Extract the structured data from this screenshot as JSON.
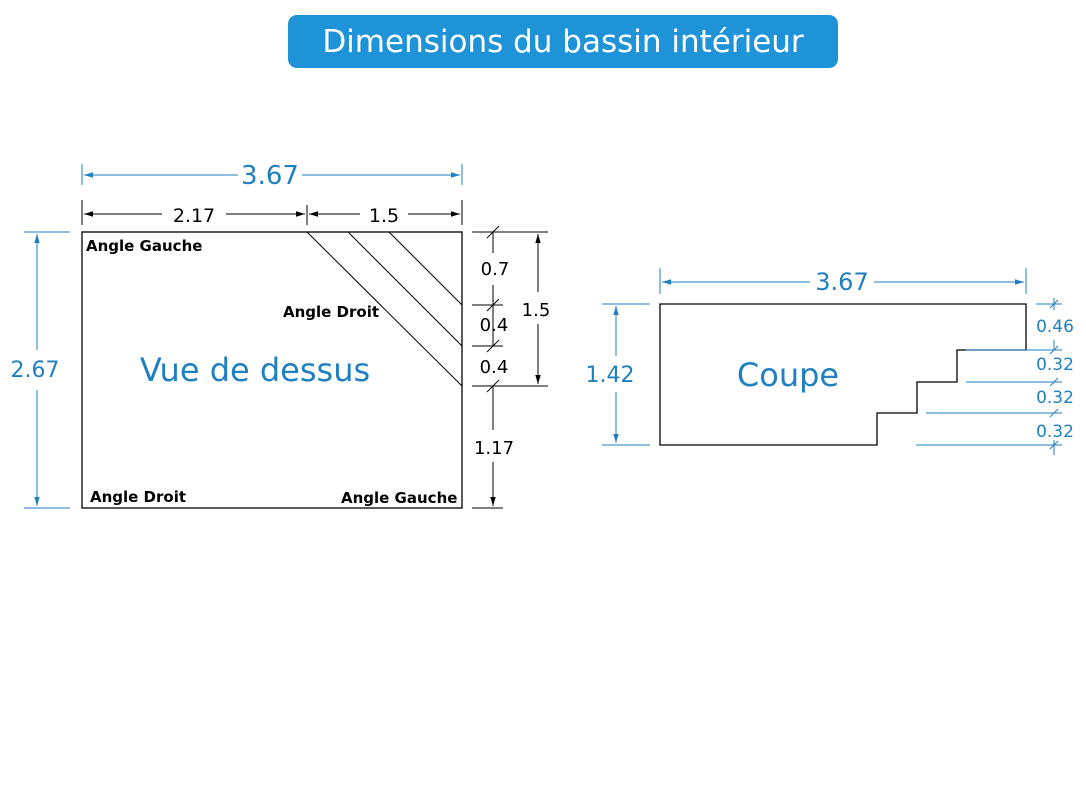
{
  "title": "Dimensions du bassin intérieur",
  "colors": {
    "accent": "#1f93d7",
    "dimension_blue": "#1f7fc0",
    "line": "#000000"
  },
  "top_view": {
    "name": "Vue de dessus",
    "overall_length": "3.67",
    "segment_left": "2.17",
    "segment_right": "1.5",
    "overall_width": "2.67",
    "stairs_depth": "1.5",
    "step_1": "0.7",
    "step_2": "0.4",
    "step_3": "0.4",
    "remainder": "1.17",
    "corner_top_left": "Angle Gauche",
    "corner_diagonal": "Angle Droit",
    "corner_bottom_left": "Angle Droit",
    "corner_bottom_right": "Angle Gauche"
  },
  "section_view": {
    "name": "Coupe",
    "length": "3.67",
    "depth": "1.42",
    "step_1": "0.46",
    "step_2": "0.32",
    "step_3": "0.32",
    "step_4": "0.32"
  }
}
